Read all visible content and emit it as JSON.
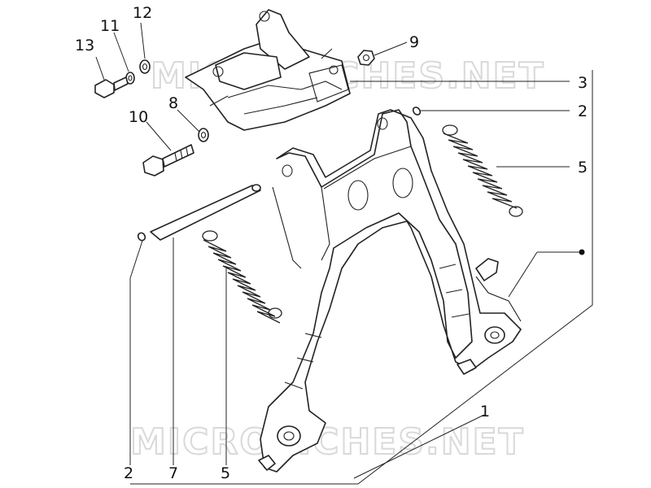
{
  "watermark": {
    "text_top": "MICROFICHES.NET",
    "text_bottom": "MICROFICHES.NET"
  },
  "callouts": {
    "c1": "1",
    "c2_right": "2",
    "c2_bottom": "2",
    "c3": "3",
    "c5_right": "5",
    "c5_bottom": "5",
    "c7": "7",
    "c8": "8",
    "c9": "9",
    "c10": "10",
    "c11": "11",
    "c12": "12",
    "c13": "13"
  }
}
